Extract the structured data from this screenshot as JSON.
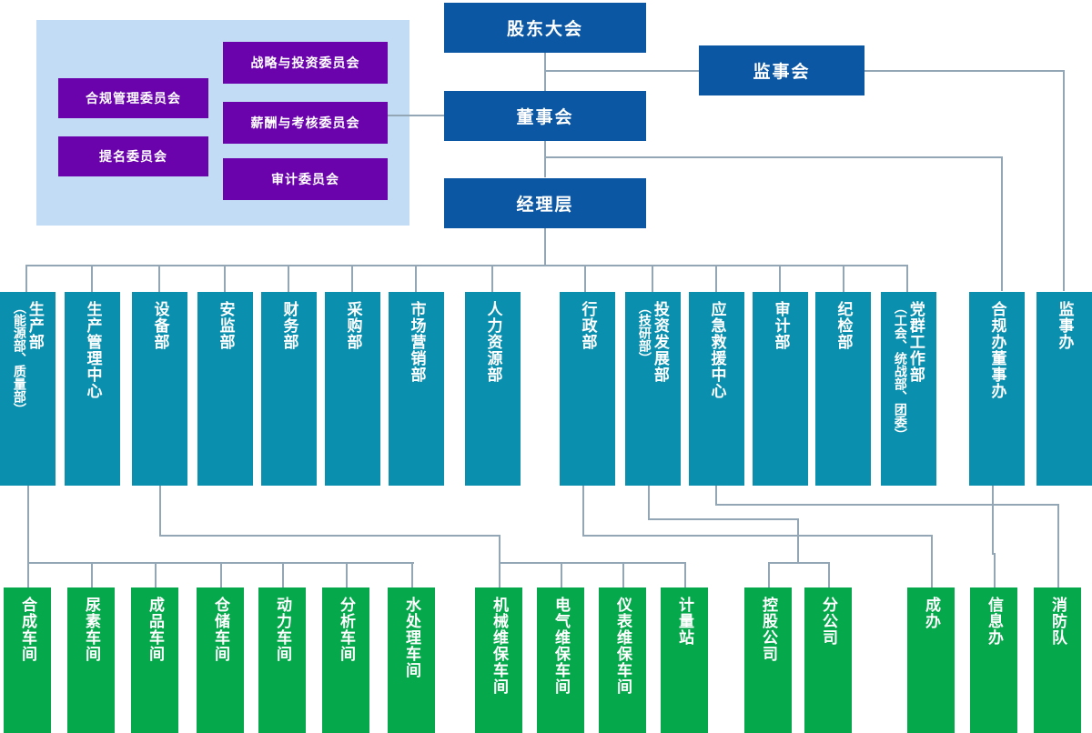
{
  "chart_data": {
    "type": "diagram",
    "title": "",
    "levels": [
      "governance",
      "committees",
      "departments",
      "workshops"
    ]
  },
  "colors": {
    "top_blue": "#0b57a4",
    "committee_purple": "#6a03ac",
    "committee_panel": "#c3dcf5",
    "department_teal": "#0a90ae",
    "workshop_green": "#05a84b",
    "connector": "#93a6b5"
  },
  "governance": {
    "shareholders": "股东大会",
    "board": "董事会",
    "supervisors": "监事会",
    "management": "经理层"
  },
  "committees": [
    {
      "id": "compliance",
      "label": "合规管理委员会"
    },
    {
      "id": "nomination",
      "label": "提名委员会"
    },
    {
      "id": "strategy",
      "label": "战略与投资委员会"
    },
    {
      "id": "remuneration",
      "label": "薪酬与考核委员会"
    },
    {
      "id": "audit",
      "label": "审计委员会"
    }
  ],
  "departments": [
    {
      "id": "production",
      "main": "生产部",
      "sub": "（能源部、质量部）"
    },
    {
      "id": "prod-mgmt",
      "main": "生产管理中心",
      "sub": ""
    },
    {
      "id": "equipment",
      "main": "设备部",
      "sub": ""
    },
    {
      "id": "safety",
      "main": "安监部",
      "sub": ""
    },
    {
      "id": "finance",
      "main": "财务部",
      "sub": ""
    },
    {
      "id": "procurement",
      "main": "采购部",
      "sub": ""
    },
    {
      "id": "marketing",
      "main": "市场营销部",
      "sub": ""
    },
    {
      "id": "hr",
      "main": "人力资源部",
      "sub": ""
    },
    {
      "id": "admin",
      "main": "行政部",
      "sub": ""
    },
    {
      "id": "invest-dev",
      "main": "投资发展部",
      "sub": "（技研部）"
    },
    {
      "id": "emergency",
      "main": "应急救援中心",
      "sub": ""
    },
    {
      "id": "audit-dept",
      "main": "审计部",
      "sub": ""
    },
    {
      "id": "discipline",
      "main": "纪检部",
      "sub": ""
    },
    {
      "id": "party-work",
      "main": "党群工作部",
      "sub": "（工会、统战部、团委）"
    },
    {
      "id": "compliance-office",
      "main": "合规办董事办",
      "sub": ""
    },
    {
      "id": "supervisor-office",
      "main": "监事办",
      "sub": ""
    }
  ],
  "workshops": [
    {
      "id": "synthesis",
      "label": "合成车间"
    },
    {
      "id": "urea",
      "label": "尿素车间"
    },
    {
      "id": "product",
      "label": "成品车间"
    },
    {
      "id": "storage",
      "label": "仓储车间"
    },
    {
      "id": "power",
      "label": "动力车间"
    },
    {
      "id": "analysis",
      "label": "分析车间"
    },
    {
      "id": "water",
      "label": "水处理车间"
    },
    {
      "id": "mech-maint",
      "label": "机械维保车间"
    },
    {
      "id": "elec-maint",
      "label": "电气维保车间"
    },
    {
      "id": "instr-maint",
      "label": "仪表维保车间"
    },
    {
      "id": "metering",
      "label": "计量站"
    },
    {
      "id": "holding-co",
      "label": "控股公司"
    },
    {
      "id": "branch-co",
      "label": "分公司"
    },
    {
      "id": "cheng-office",
      "label": "成办"
    },
    {
      "id": "info-office",
      "label": "信息办"
    },
    {
      "id": "fire-team",
      "label": "消防队"
    }
  ]
}
